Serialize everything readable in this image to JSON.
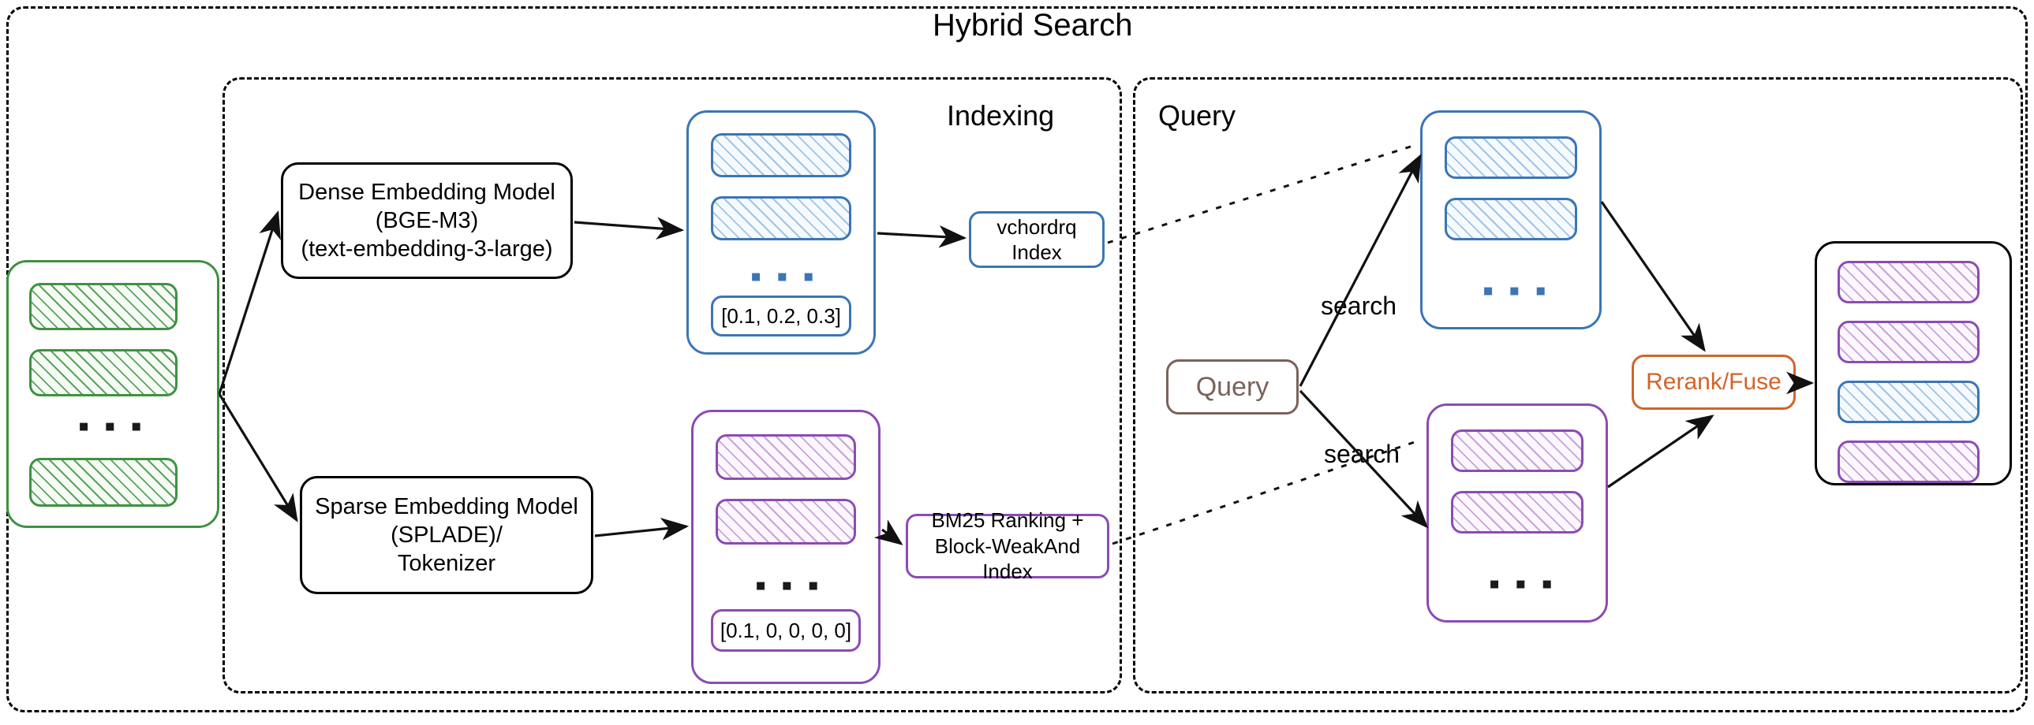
{
  "diagram": {
    "title": "Hybrid Search",
    "frames": [
      {
        "key": "hybrid",
        "label": "Hybrid Search"
      },
      {
        "key": "indexing",
        "label": "Indexing"
      },
      {
        "key": "query",
        "label": "Query"
      }
    ]
  },
  "colors": {
    "green": "#3f9141",
    "blue": "#3b75b5",
    "purple": "#8c4bb5",
    "orange": "#d2642a",
    "taupe": "#7a6259",
    "black": "#000000"
  },
  "indexing": {
    "panel_label": "Indexing",
    "dense_model": "Dense Embedding Model\n(BGE-M3)\n(text-embedding-3-large)",
    "dense_model_lines": [
      "Dense Embedding Model",
      "(BGE-M3)",
      "(text-embedding-3-large)"
    ],
    "sparse_model_lines": [
      "Sparse Embedding Model",
      "(SPLADE)/",
      "Tokenizer"
    ],
    "dense_index_label_lines": [
      "vchordrq",
      "Index"
    ],
    "sparse_index_label_lines": [
      "BM25 Ranking +",
      "Block-WeakAnd Index"
    ],
    "dense_vector_value": "[0.1, 0.2, 0.3]",
    "sparse_vector_value": "[0.1, 0, 0, 0, 0]",
    "ellipsis": "▪ ▪ ▪"
  },
  "query": {
    "panel_label": "Query",
    "query_box_label": "Query",
    "search_label_top": "search",
    "search_label_bottom": "search",
    "rerank_label": "Rerank/Fuse",
    "ellipsis": "▪ ▪ ▪"
  },
  "stacks": {
    "source_documents": {
      "name": "source-documents",
      "color": "#3f9141",
      "rows": 3,
      "ellipsis": "▪ ▪ ▪"
    },
    "dense_embeddings": {
      "name": "dense-embeddings",
      "color": "#3b75b5",
      "rows": 2,
      "ellipsis": "▪ ▪ ▪"
    },
    "sparse_embeddings": {
      "name": "sparse-embeddings",
      "color": "#8c4bb5",
      "rows": 2,
      "ellipsis": "▪ ▪ ▪"
    },
    "dense_results": {
      "name": "dense-results",
      "color": "#3b75b5",
      "rows": 2,
      "ellipsis": "▪ ▪ ▪"
    },
    "sparse_results": {
      "name": "sparse-results",
      "color": "#8c4bb5",
      "rows": 2,
      "ellipsis": "▪ ▪ ▪"
    },
    "final_results": {
      "name": "final-results",
      "color": "#000000",
      "rows": 4,
      "row_colors": [
        "#8c4bb5",
        "#8c4bb5",
        "#3b75b5",
        "#8c4bb5"
      ]
    }
  }
}
